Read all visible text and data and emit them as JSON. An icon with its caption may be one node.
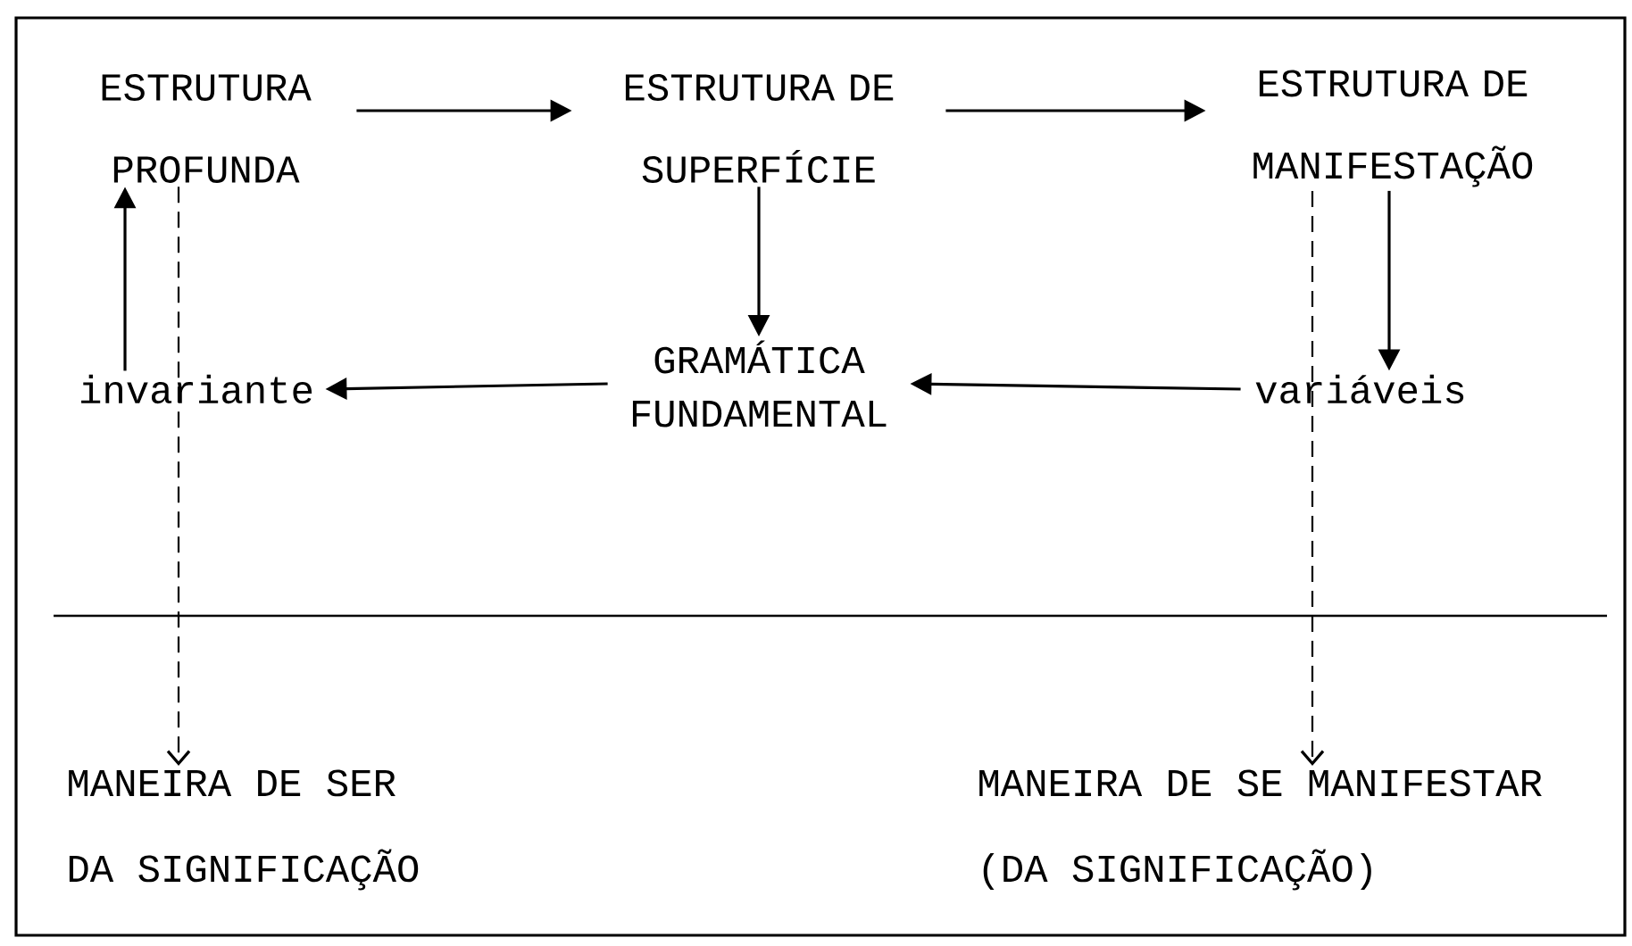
{
  "diagram": {
    "nodes": [
      {
        "text": [
          "ESTRUTURA PROFUNDA"
        ]
      },
      {
        "text": [
          "ESTRUTURA DE SUPERFÍCIE"
        ]
      },
      {
        "text": [
          "ESTRUTURA DE MANIFESTAÇÃO"
        ]
      },
      {
        "text": [
          "GRAMÁTICA FUNDAMENTAL"
        ]
      },
      {
        "text": [
          "invariante"
        ]
      },
      {
        "text": [
          "variáveis"
        ]
      },
      {
        "text": [
          "MANEIRA DE SER DA SIGNIFICAÇÃO"
        ]
      },
      {
        "text": [
          "MANEIRA DE SE MANIFESTAR (DA SIGNIFICAÇÃO)"
        ]
      }
    ],
    "edges": [
      {
        "from": 0,
        "to": 1,
        "arrow": "to"
      },
      {
        "from": 1,
        "to": 2,
        "arrow": "to"
      },
      {
        "from": 1,
        "to": 3,
        "arrow": "to"
      },
      {
        "from": 2,
        "to": 5,
        "arrow": "to"
      },
      {
        "from": 5,
        "to": 3,
        "arrow": "to"
      },
      {
        "from": 3,
        "to": 4,
        "arrow": "to"
      },
      {
        "from": 4,
        "to": 0,
        "arrow": "to"
      },
      {
        "from": 0,
        "to": 6,
        "arrow": "to",
        "style": "dashed"
      },
      {
        "from": 2,
        "to": 7,
        "arrow": "to",
        "style": "dashed"
      }
    ]
  }
}
